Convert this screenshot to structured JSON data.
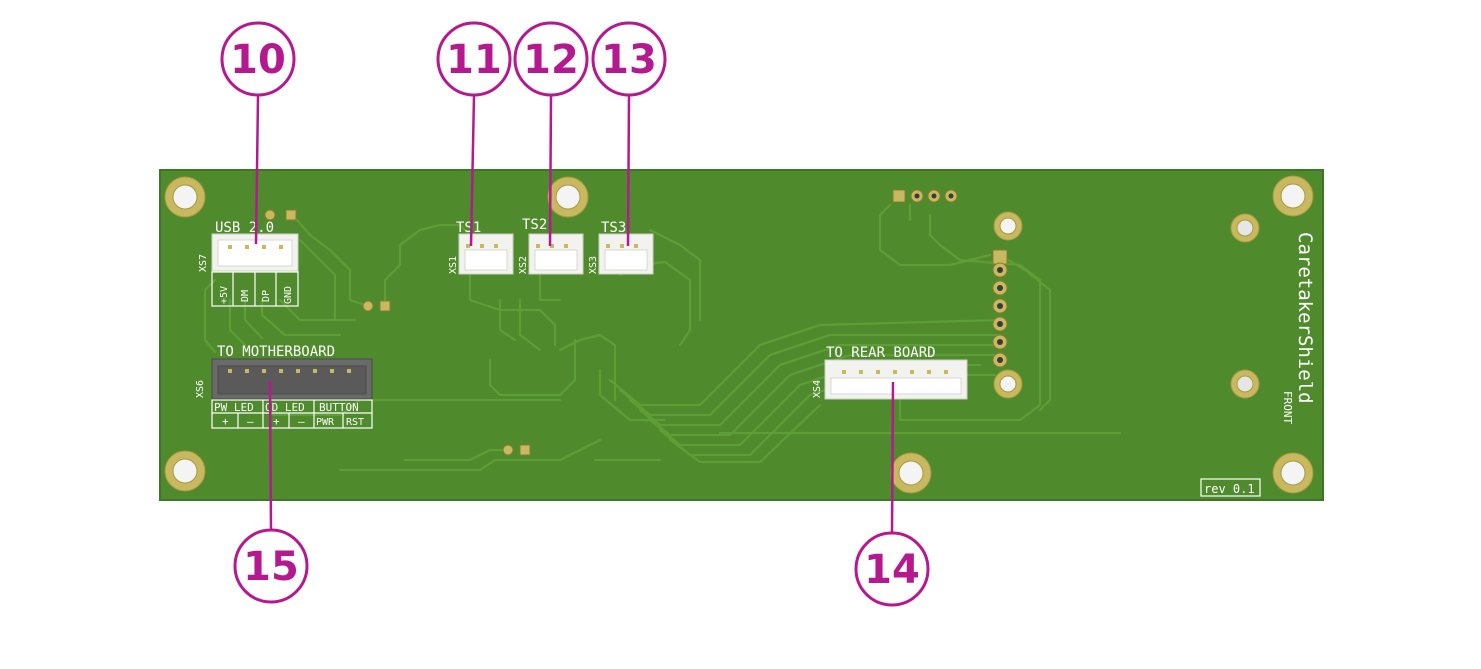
{
  "colors": {
    "callout": "#b5198f",
    "pcb": "#4f8a2d",
    "pcb_edge": "#3f7524",
    "trace": "#5a9933",
    "pad": "#c8b860",
    "silkscreen": "#ffffff",
    "connector_white": "#f2f2ee",
    "connector_dark": "#5c5c5c"
  },
  "callouts": [
    {
      "id": "10",
      "label": "10"
    },
    {
      "id": "11",
      "label": "11"
    },
    {
      "id": "12",
      "label": "12"
    },
    {
      "id": "13",
      "label": "13"
    },
    {
      "id": "14",
      "label": "14"
    },
    {
      "id": "15",
      "label": "15"
    }
  ],
  "board": {
    "title": "CaretakerShield",
    "side": "FRONT",
    "revision": "rev 0.1"
  },
  "connectors": {
    "usb": {
      "ref": "XS7",
      "label": "USB 2.0",
      "pins": [
        "+5V",
        "DM",
        "DP",
        "GND"
      ]
    },
    "ts1": {
      "ref": "XS1",
      "label": "TS1"
    },
    "ts2": {
      "ref": "XS2",
      "label": "TS2"
    },
    "ts3": {
      "ref": "XS3",
      "label": "TS3"
    },
    "motherboard": {
      "ref": "XS6",
      "label": "TO MOTHERBOARD",
      "groups": [
        "PW_LED",
        "OD_LED",
        "BUTTON"
      ],
      "pins": [
        "+",
        "–",
        "+",
        "–",
        "PWR",
        "RST"
      ]
    },
    "rear": {
      "ref": "XS4",
      "label": "TO REAR BOARD"
    }
  }
}
